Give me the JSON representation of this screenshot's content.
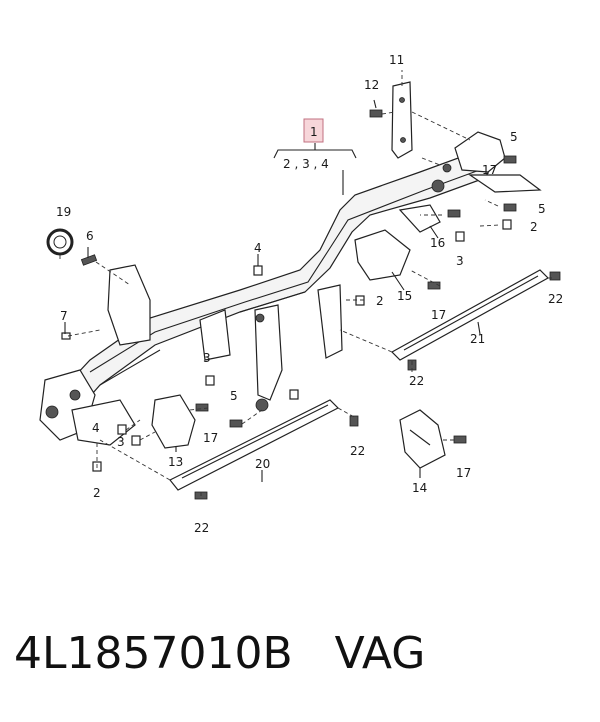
{
  "diagram": {
    "callouts": {
      "c1": "1",
      "c234": "2 , 3 , 4",
      "c2a": "2",
      "c2b": "2",
      "c3a": "3",
      "c3b": "3",
      "c3c": "3",
      "c4a": "4",
      "c4b": "4",
      "c5a": "5",
      "c5b": "5",
      "c5c": "5",
      "c6": "6",
      "c7": "7",
      "c11": "11",
      "c12": "12",
      "c13": "13",
      "c14": "14",
      "c15": "15",
      "c16": "16",
      "c17a": "17",
      "c17b": "17",
      "c17c": "17",
      "c19": "19",
      "c20": "20",
      "c21": "21",
      "c22a": "22",
      "c22b": "22",
      "c22c": "22",
      "c22d": "22"
    },
    "highlight_color": "#e8a0a8"
  },
  "caption": "4L1857010B   VAG"
}
